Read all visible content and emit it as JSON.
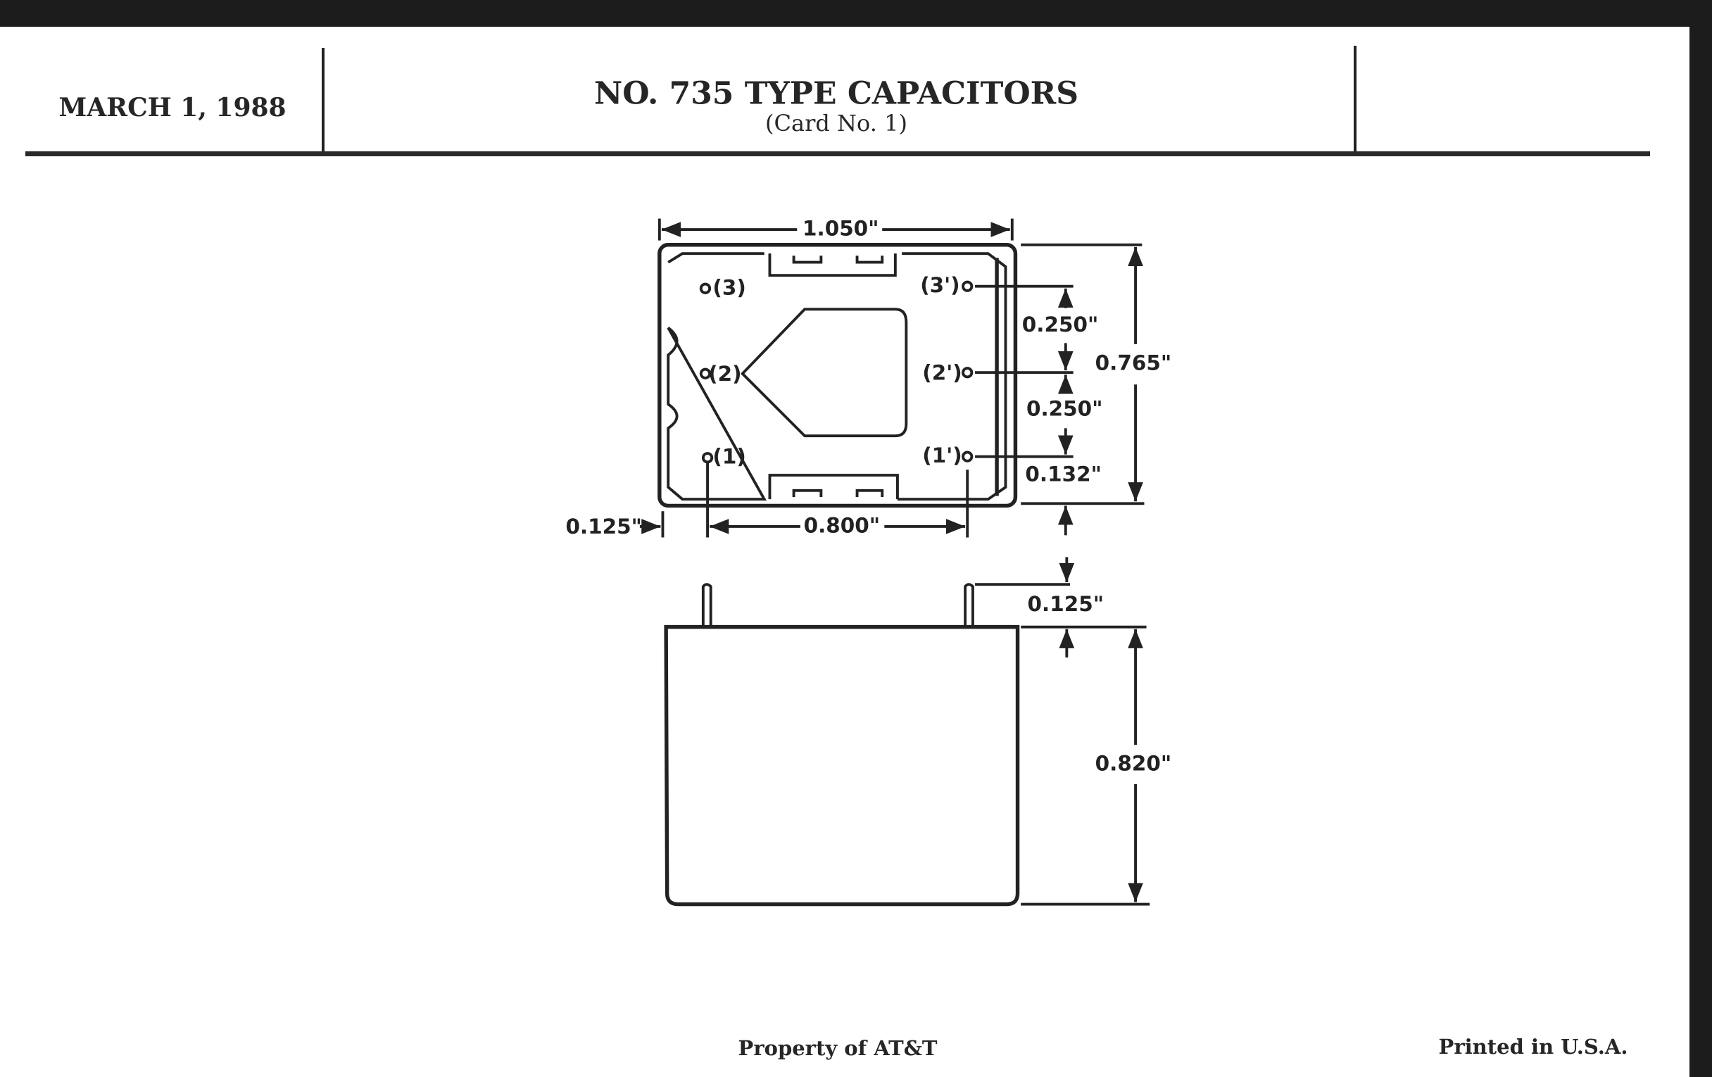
{
  "header": {
    "date": "MARCH 1, 1988",
    "title": "NO. 735 TYPE CAPACITORS",
    "subtitle": "(Card No. 1)"
  },
  "drawing": {
    "top_view": {
      "terminals": [
        "(3)",
        "(2)",
        "(1)",
        "(3')",
        "(2')",
        "(1')"
      ],
      "dimensions": {
        "width": "1.050\"",
        "depth": "0.765\"",
        "pitch_upper": "0.250\"",
        "pitch_lower": "0.250\"",
        "edge_offset": "0.132\"",
        "left_offset": "0.125\"",
        "terminal_span": "0.800\""
      }
    },
    "side_view": {
      "dimensions": {
        "pin_length": "0.125\"",
        "height": "0.820\""
      }
    }
  },
  "footer": {
    "property": "Property of AT&T",
    "printed": "Printed in U.S.A."
  }
}
